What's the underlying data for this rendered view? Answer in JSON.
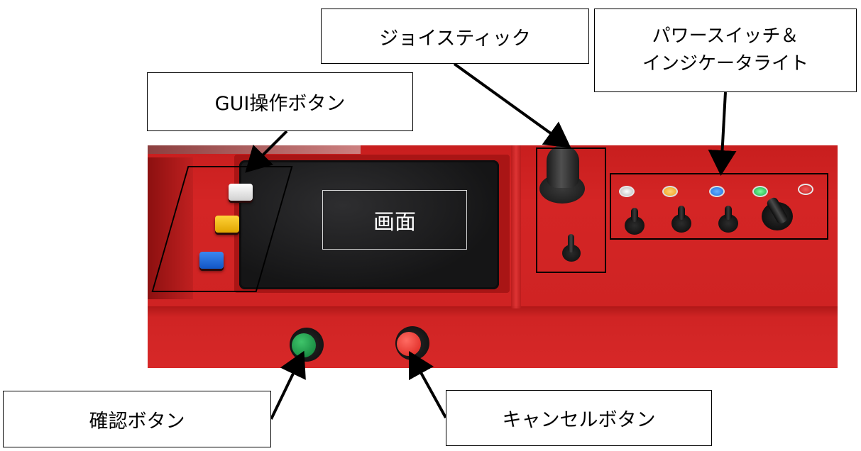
{
  "callouts": {
    "joystick": "ジョイスティック",
    "power_line1": "パワースイッチ＆",
    "power_line2": "インジケータライト",
    "gui_buttons": "GUI操作ボタン",
    "confirm": "確認ボタン",
    "cancel": "キャンセルボタン"
  },
  "screen": {
    "label": "画面"
  },
  "colors": {
    "panel_red": "#d42525",
    "confirm_green": "#1aa04a",
    "cancel_red": "#ff4a40",
    "gui_white": "#ffffff",
    "gui_yellow": "#ffc800",
    "gui_blue": "#1e6fe0"
  }
}
